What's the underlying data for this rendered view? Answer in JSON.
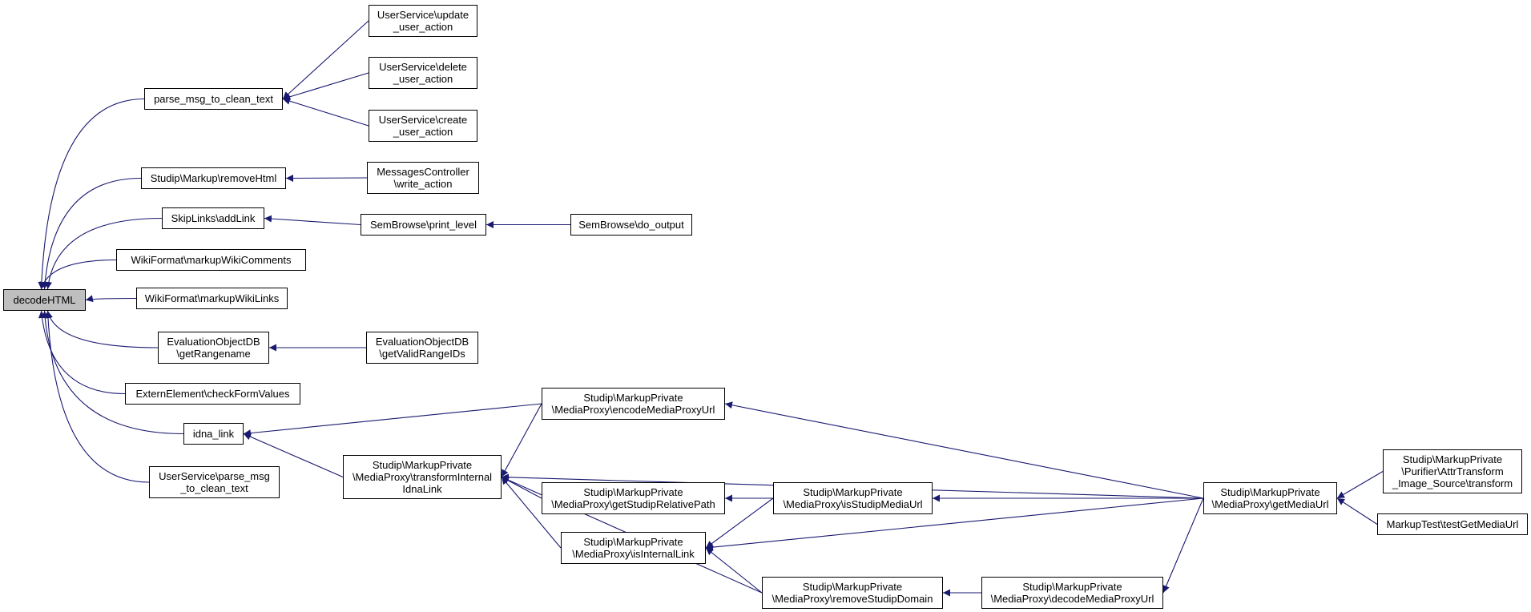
{
  "colors": {
    "edge": "#191970",
    "border": "#000000",
    "root_fill": "#bfbfbf",
    "node_fill": "#ffffff"
  },
  "nodes": [
    {
      "id": "decodeHTML",
      "label": "decodeHTML",
      "root": true
    },
    {
      "id": "parse_msg",
      "label": "parse_msg_to_clean_text"
    },
    {
      "id": "removeHtml",
      "label": "Studip\\Markup\\removeHtml"
    },
    {
      "id": "addLink",
      "label": "SkipLinks\\addLink"
    },
    {
      "id": "markupWikiComments",
      "label": "WikiFormat\\markupWikiComments"
    },
    {
      "id": "markupWikiLinks",
      "label": "WikiFormat\\markupWikiLinks"
    },
    {
      "id": "getRangename",
      "label": "EvaluationObjectDB\n\\getRangename"
    },
    {
      "id": "checkFormValues",
      "label": "ExternElement\\checkFormValues"
    },
    {
      "id": "idna_link",
      "label": "idna_link"
    },
    {
      "id": "us_parse_msg",
      "label": "UserService\\parse_msg\n_to_clean_text"
    },
    {
      "id": "update_user",
      "label": "UserService\\update\n_user_action"
    },
    {
      "id": "delete_user",
      "label": "UserService\\delete\n_user_action"
    },
    {
      "id": "create_user",
      "label": "UserService\\create\n_user_action"
    },
    {
      "id": "write_action",
      "label": "MessagesController\n\\write_action"
    },
    {
      "id": "print_level",
      "label": "SemBrowse\\print_level"
    },
    {
      "id": "do_output",
      "label": "SemBrowse\\do_output"
    },
    {
      "id": "getValidRangeIDs",
      "label": "EvaluationObjectDB\n\\getValidRangeIDs"
    },
    {
      "id": "encodeMediaProxyUrl",
      "label": "Studip\\MarkupPrivate\n\\MediaProxy\\encodeMediaProxyUrl"
    },
    {
      "id": "transformInternalIdnaLink",
      "label": "Studip\\MarkupPrivate\n\\MediaProxy\\transformInternal\nIdnaLink"
    },
    {
      "id": "getStudipRelativePath",
      "label": "Studip\\MarkupPrivate\n\\MediaProxy\\getStudipRelativePath"
    },
    {
      "id": "isInternalLink",
      "label": "Studip\\MarkupPrivate\n\\MediaProxy\\isInternalLink"
    },
    {
      "id": "isStudipMediaUrl",
      "label": "Studip\\MarkupPrivate\n\\MediaProxy\\isStudipMediaUrl"
    },
    {
      "id": "removeStudipDomain",
      "label": "Studip\\MarkupPrivate\n\\MediaProxy\\removeStudipDomain"
    },
    {
      "id": "decodeMediaProxyUrl",
      "label": "Studip\\MarkupPrivate\n\\MediaProxy\\decodeMediaProxyUrl"
    },
    {
      "id": "getMediaUrl",
      "label": "Studip\\MarkupPrivate\n\\MediaProxy\\getMediaUrl"
    },
    {
      "id": "purifierTransform",
      "label": "Studip\\MarkupPrivate\n\\Purifier\\AttrTransform\n_Image_Source\\transform"
    },
    {
      "id": "testGetMediaUrl",
      "label": "MarkupTest\\testGetMediaUrl"
    }
  ],
  "edges": [
    {
      "from": "parse_msg",
      "to": "decodeHTML"
    },
    {
      "from": "removeHtml",
      "to": "decodeHTML"
    },
    {
      "from": "addLink",
      "to": "decodeHTML"
    },
    {
      "from": "markupWikiComments",
      "to": "decodeHTML"
    },
    {
      "from": "markupWikiLinks",
      "to": "decodeHTML"
    },
    {
      "from": "getRangename",
      "to": "decodeHTML"
    },
    {
      "from": "checkFormValues",
      "to": "decodeHTML"
    },
    {
      "from": "idna_link",
      "to": "decodeHTML"
    },
    {
      "from": "us_parse_msg",
      "to": "decodeHTML"
    },
    {
      "from": "update_user",
      "to": "parse_msg"
    },
    {
      "from": "delete_user",
      "to": "parse_msg"
    },
    {
      "from": "create_user",
      "to": "parse_msg"
    },
    {
      "from": "write_action",
      "to": "removeHtml"
    },
    {
      "from": "print_level",
      "to": "addLink"
    },
    {
      "from": "do_output",
      "to": "print_level"
    },
    {
      "from": "getValidRangeIDs",
      "to": "getRangename"
    },
    {
      "from": "encodeMediaProxyUrl",
      "to": "idna_link"
    },
    {
      "from": "transformInternalIdnaLink",
      "to": "idna_link"
    },
    {
      "from": "encodeMediaProxyUrl",
      "to": "transformInternalIdnaLink"
    },
    {
      "from": "getMediaUrl",
      "to": "transformInternalIdnaLink"
    },
    {
      "from": "getStudipRelativePath",
      "to": "transformInternalIdnaLink"
    },
    {
      "from": "isInternalLink",
      "to": "transformInternalIdnaLink"
    },
    {
      "from": "removeStudipDomain",
      "to": "transformInternalIdnaLink"
    },
    {
      "from": "isStudipMediaUrl",
      "to": "getStudipRelativePath"
    },
    {
      "from": "isStudipMediaUrl",
      "to": "isInternalLink"
    },
    {
      "from": "getMediaUrl",
      "to": "isInternalLink"
    },
    {
      "from": "removeStudipDomain",
      "to": "isInternalLink"
    },
    {
      "from": "getMediaUrl",
      "to": "isStudipMediaUrl"
    },
    {
      "from": "decodeMediaProxyUrl",
      "to": "removeStudipDomain"
    },
    {
      "from": "getMediaUrl",
      "to": "decodeMediaProxyUrl"
    },
    {
      "from": "getMediaUrl",
      "to": "encodeMediaProxyUrl"
    },
    {
      "from": "purifierTransform",
      "to": "getMediaUrl"
    },
    {
      "from": "testGetMediaUrl",
      "to": "getMediaUrl"
    }
  ]
}
